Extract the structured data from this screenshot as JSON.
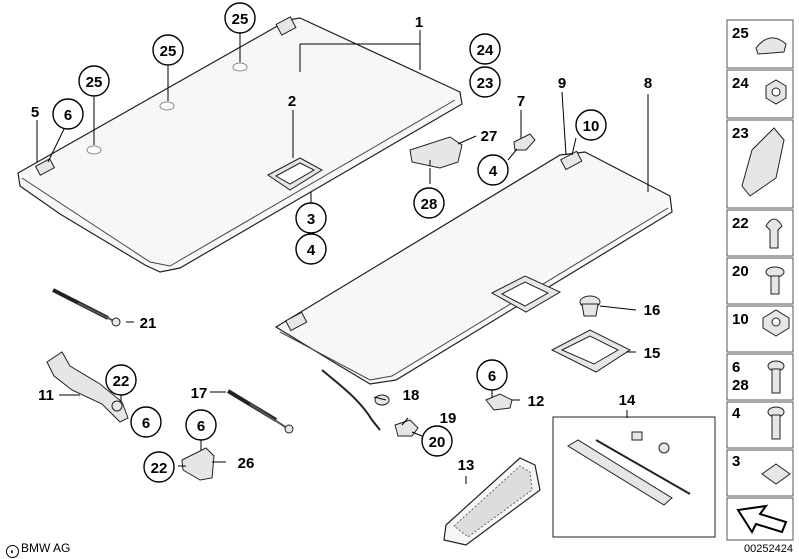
{
  "brand": {
    "logo": "bmw-roundel-icon",
    "text": "BMW AG"
  },
  "diagram_number": "00252424",
  "labels": {
    "p1": "1",
    "p2": "2",
    "p3": "3",
    "p4a": "4",
    "p5": "5",
    "p6a": "6",
    "p7": "7",
    "p8": "8",
    "p9": "9",
    "p10": "10",
    "p11": "11",
    "p12": "12",
    "p13": "13",
    "p14": "14",
    "p15": "15",
    "p16": "16",
    "p17": "17",
    "p18": "18",
    "p19": "19",
    "p20": "20",
    "p21": "21",
    "p22a": "22",
    "p22b": "22",
    "p23": "23",
    "p24": "24",
    "p25a": "25",
    "p25b": "25",
    "p25c": "25",
    "p26": "26",
    "p27": "27",
    "p28": "28",
    "p4b": "4",
    "p6b": "6",
    "p6c": "6",
    "p6d": "6"
  },
  "sidebar": {
    "items": [
      {
        "label": "25"
      },
      {
        "label": "24"
      },
      {
        "label": "23"
      },
      {
        "label": "22"
      },
      {
        "label": "20"
      },
      {
        "label": "10"
      },
      {
        "label": "6",
        "label2": "28"
      },
      {
        "label": "4"
      },
      {
        "label": "3"
      },
      {
        "label": ""
      }
    ]
  }
}
